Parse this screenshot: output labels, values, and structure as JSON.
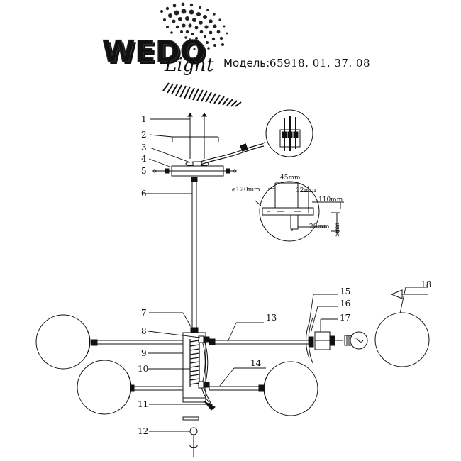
{
  "brand": {
    "logo_word": "WEDO",
    "logo_script": "Light"
  },
  "model": {
    "label": "Модель:",
    "number": "65918. 01. 37. 08"
  },
  "callouts": [
    "1",
    "2",
    "3",
    "4",
    "5",
    "6",
    "7",
    "8",
    "9",
    "10",
    "11",
    "12",
    "13",
    "14",
    "15",
    "16",
    "17",
    "18"
  ],
  "dimensions": {
    "diameter": "⌀120mm",
    "d45": "45mm",
    "d12": "12mm",
    "d110": "110mm",
    "d20": "20mm",
    "d5": "5mm"
  },
  "colors": {
    "line": "#111111",
    "logo_grey": "#8a8a8a",
    "logo_dark": "#2b2b2b"
  }
}
